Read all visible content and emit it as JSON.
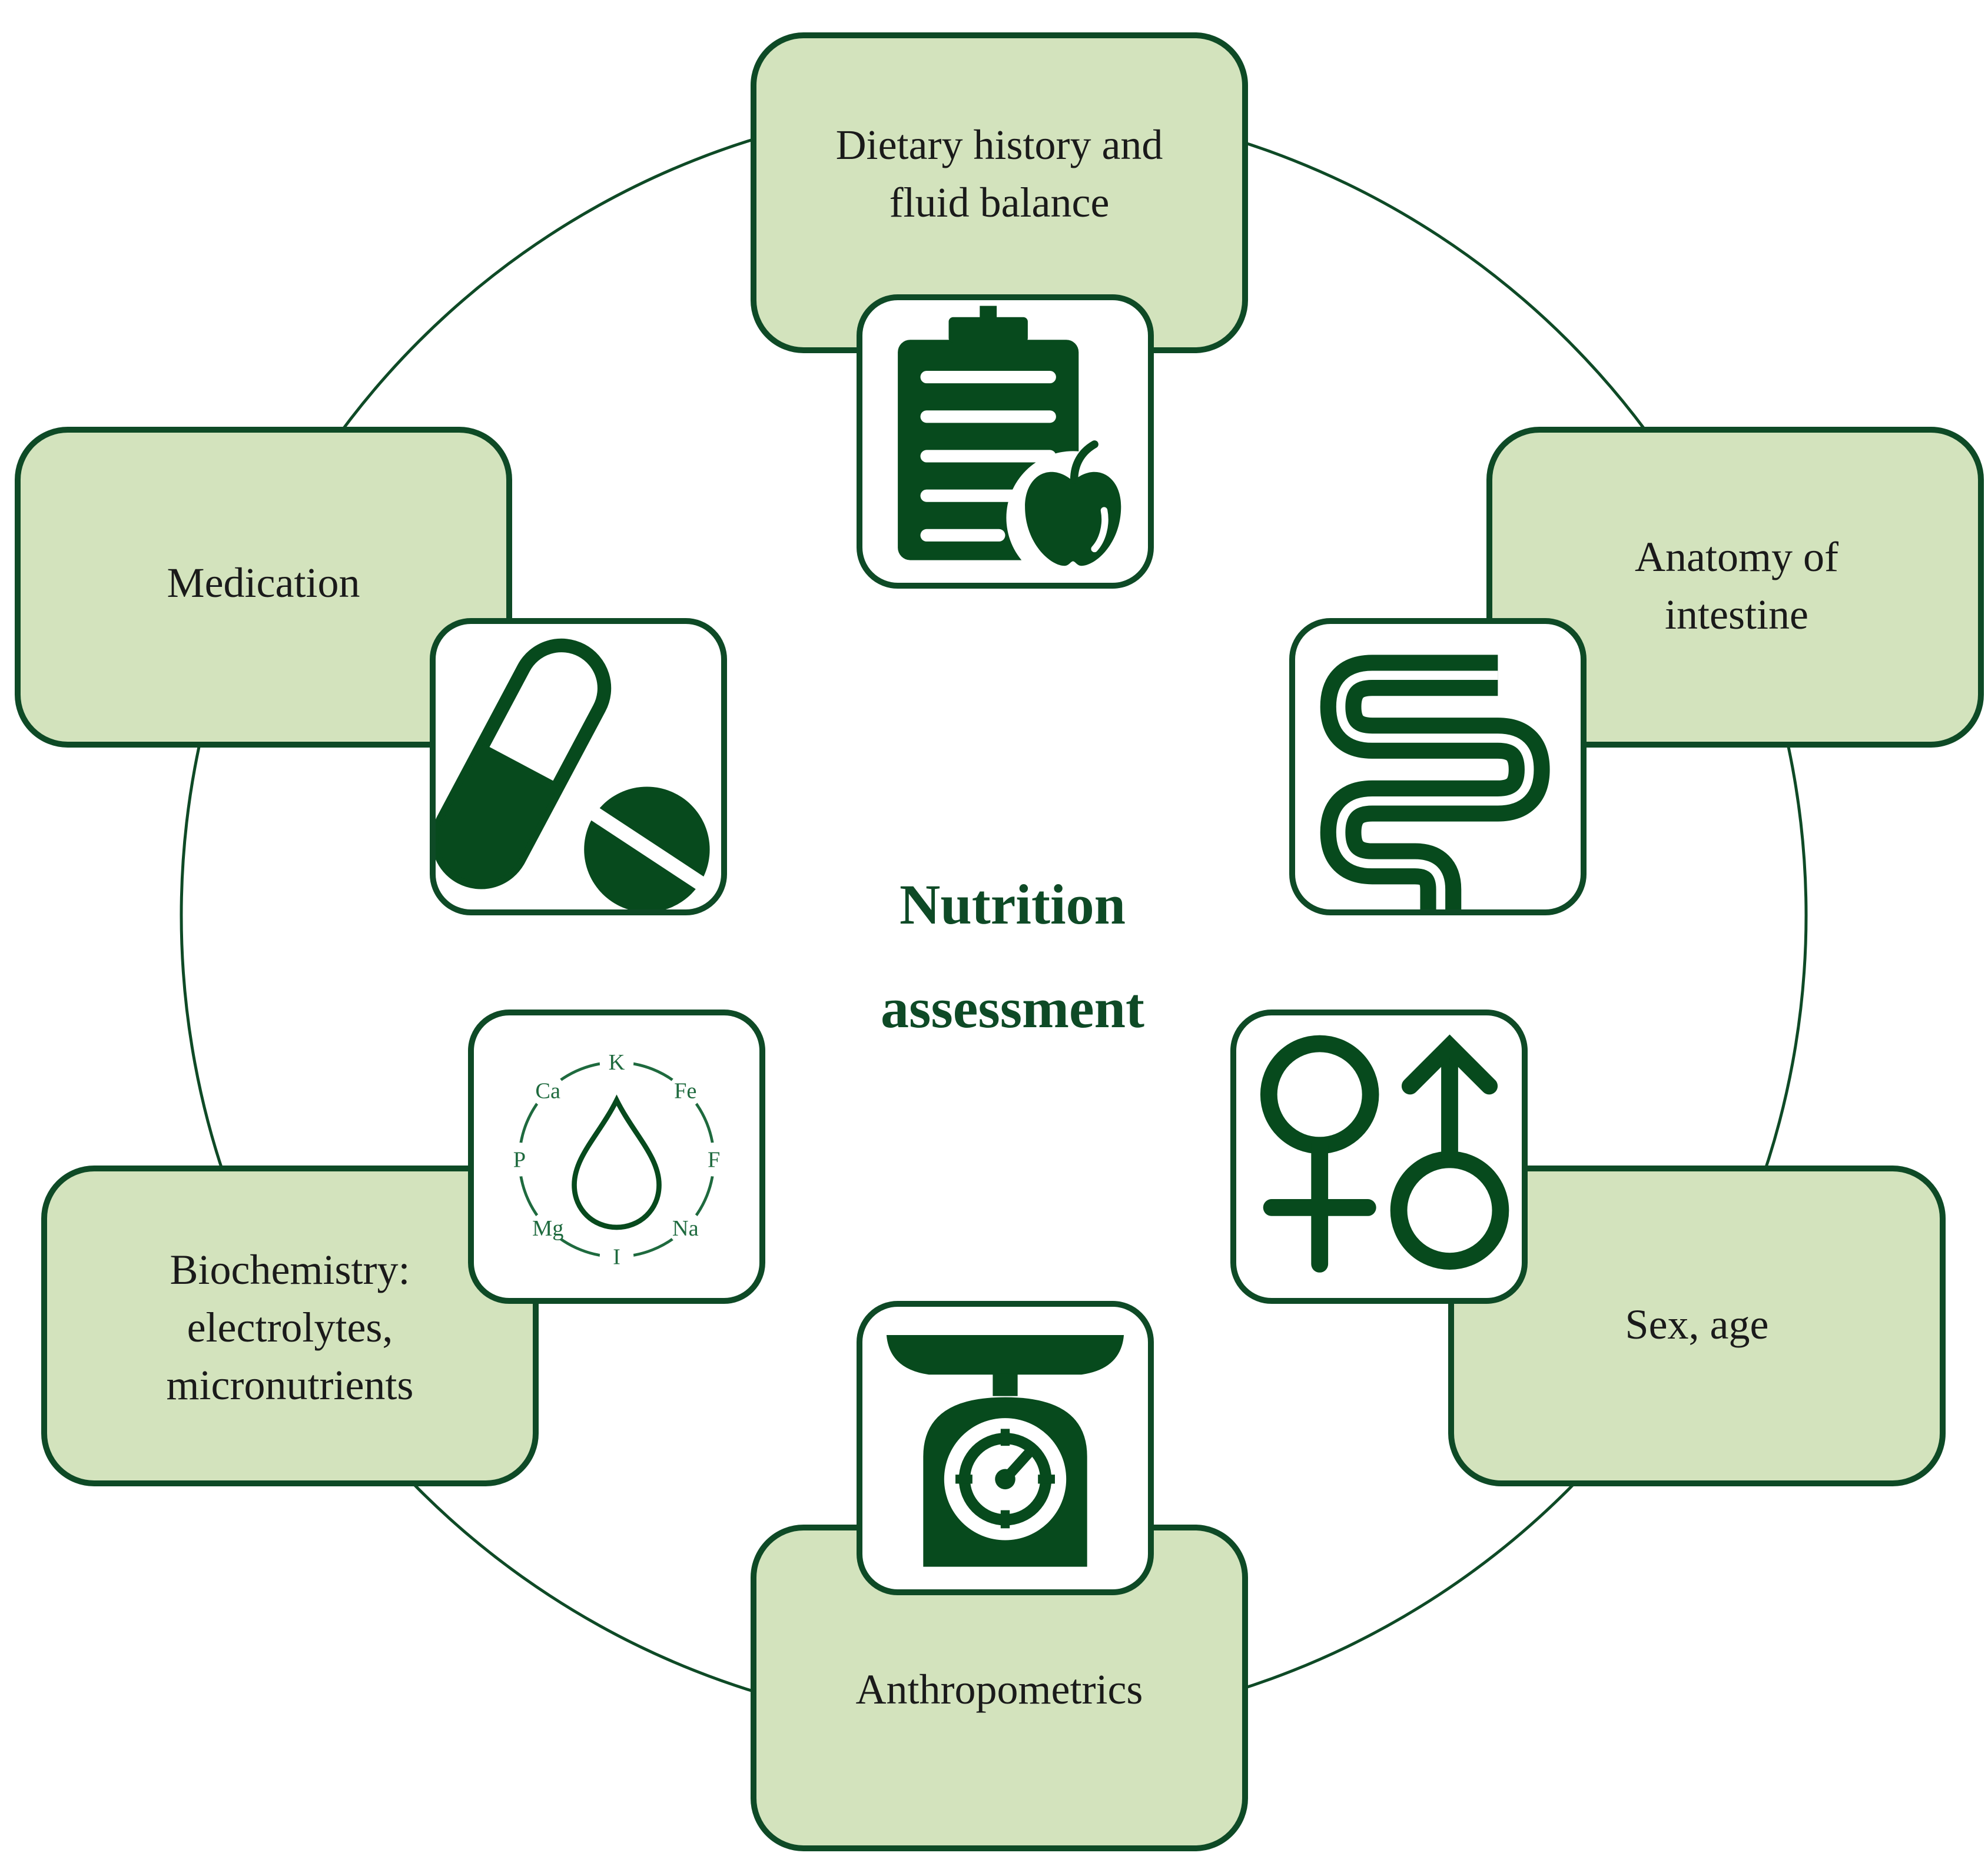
{
  "center": {
    "line1": "Nutrition",
    "line2": "assessment"
  },
  "nodes": [
    {
      "id": "dietary",
      "label": "Dietary history and\nfluid balance",
      "icon": "clipboard-apple-icon"
    },
    {
      "id": "anatomy",
      "label": "Anatomy of\nintestine",
      "icon": "intestine-icon"
    },
    {
      "id": "sex-age",
      "label": "Sex, age",
      "icon": "gender-symbols-icon"
    },
    {
      "id": "anthropometrics",
      "label": "Anthropometrics",
      "icon": "weighing-scale-icon"
    },
    {
      "id": "biochemistry",
      "label": "Biochemistry:\nelectrolytes,\nmicronutrients",
      "icon": "electrolytes-drop-icon"
    },
    {
      "id": "medication",
      "label": "Medication",
      "icon": "pills-icon"
    }
  ],
  "electrolytes": [
    "K",
    "Fe",
    "F",
    "Na",
    "I",
    "Mg",
    "P",
    "Ca"
  ],
  "colors": {
    "dark_green": "#0e4a26",
    "box_fill": "#d3e3bd",
    "icon_fill": "#074a1d"
  }
}
